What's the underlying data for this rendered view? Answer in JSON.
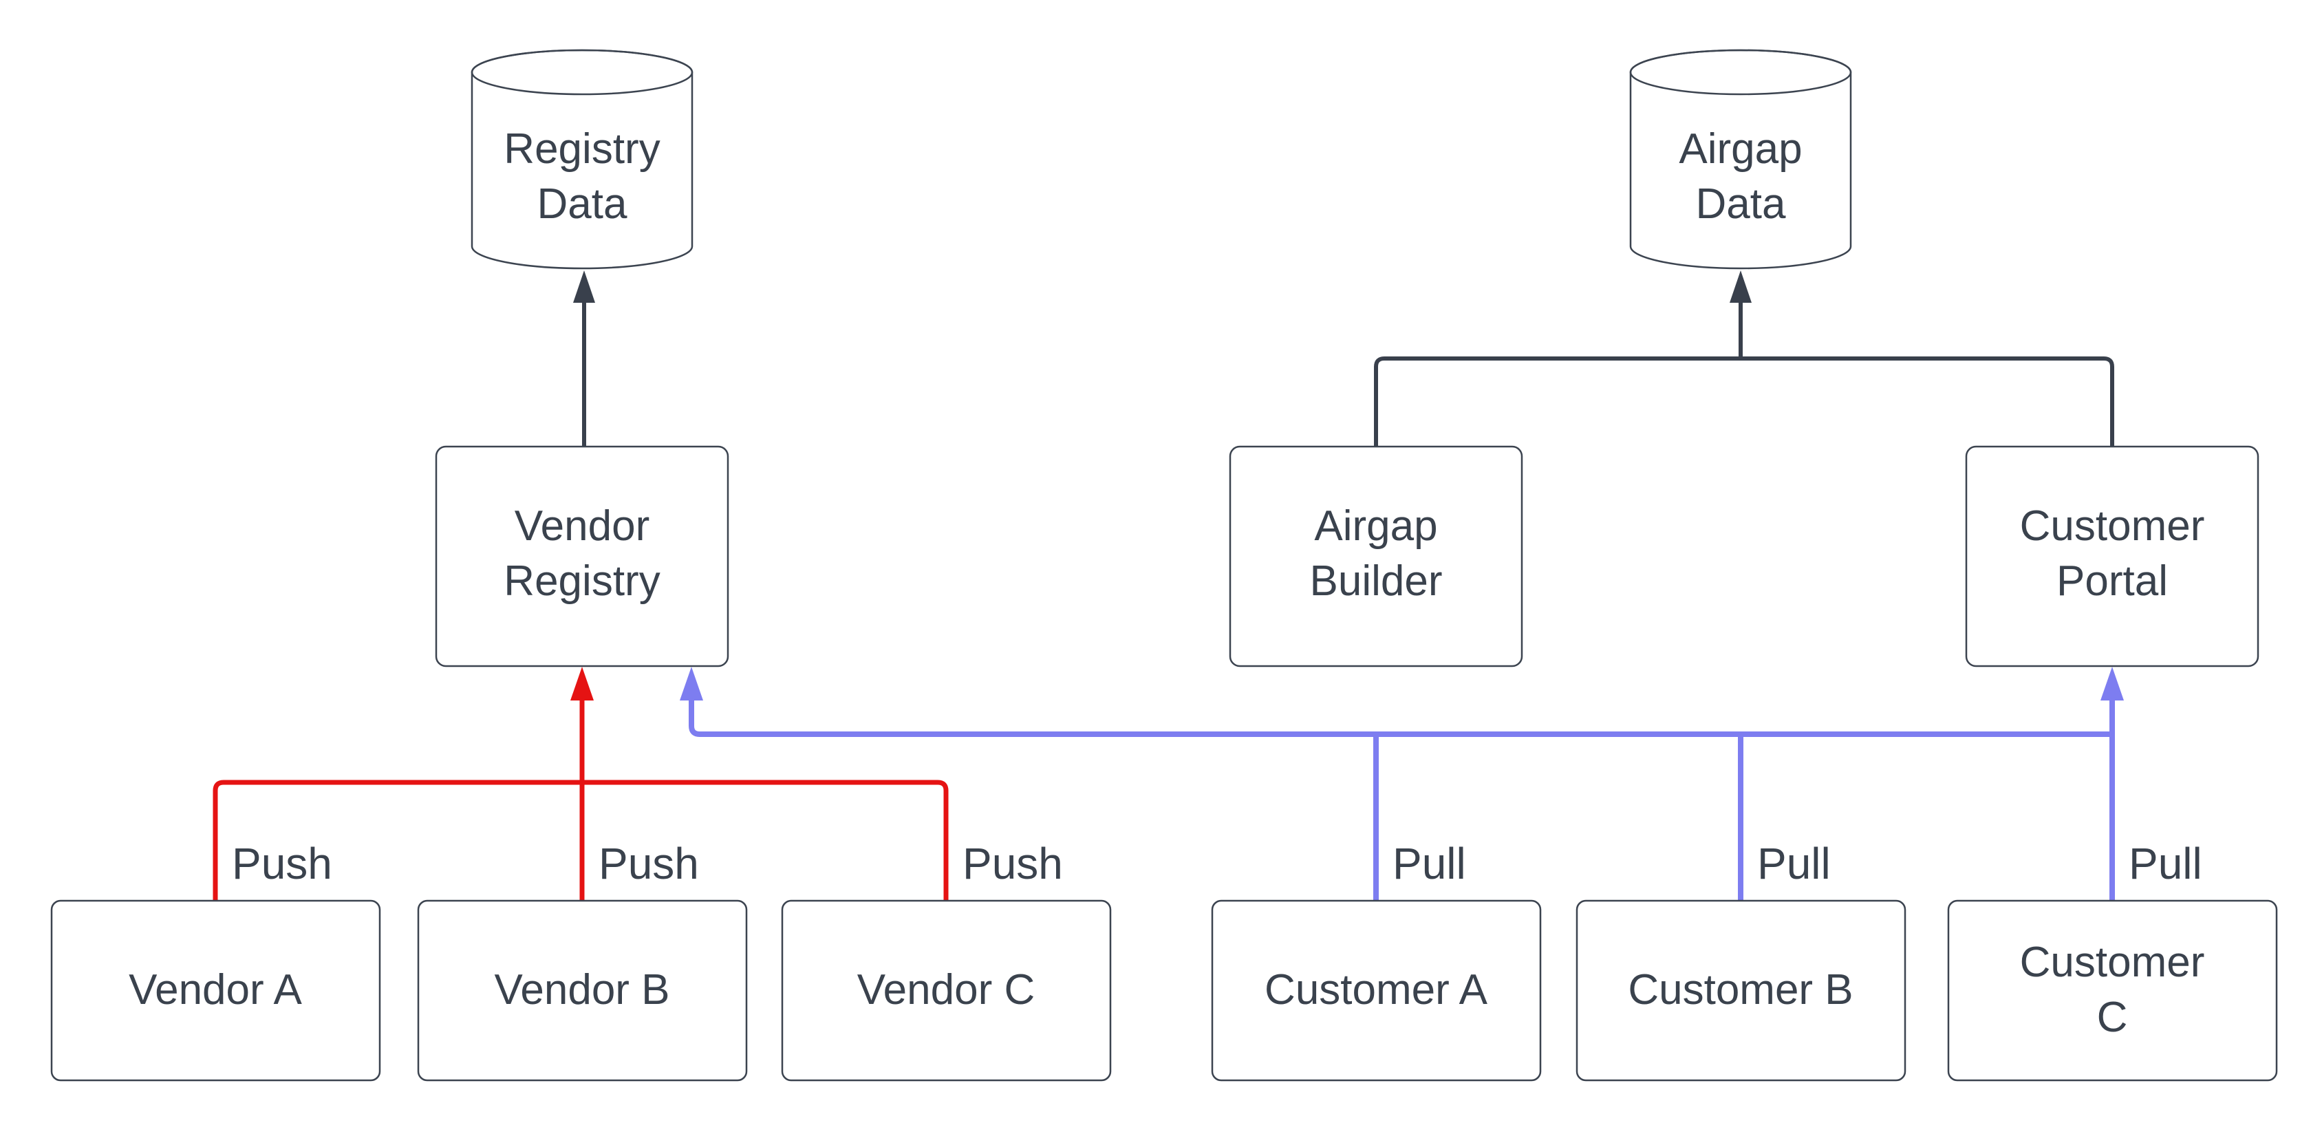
{
  "colors": {
    "background": "#ffffff",
    "shape_border": "#3c4450",
    "text": "#3a424d",
    "connector_dark": "#39404c",
    "push_red": "#e51313",
    "pull_blue": "#7d7df0"
  },
  "nodes": {
    "registry_data": {
      "label": "Registry\nData",
      "type": "datastore-cylinder"
    },
    "airgap_data": {
      "label": "Airgap\nData",
      "type": "datastore-cylinder"
    },
    "vendor_registry": {
      "label": "Vendor\nRegistry",
      "type": "process-box"
    },
    "airgap_builder": {
      "label": "Airgap\nBuilder",
      "type": "process-box"
    },
    "customer_portal": {
      "label": "Customer\nPortal",
      "type": "process-box"
    },
    "vendor_a": {
      "label": "Vendor A",
      "type": "entity-box"
    },
    "vendor_b": {
      "label": "Vendor B",
      "type": "entity-box"
    },
    "vendor_c": {
      "label": "Vendor C",
      "type": "entity-box"
    },
    "customer_a": {
      "label": "Customer A",
      "type": "entity-box"
    },
    "customer_b": {
      "label": "Customer B",
      "type": "entity-box"
    },
    "customer_c": {
      "label": "Customer C",
      "type": "entity-box"
    }
  },
  "edges": [
    {
      "id": "push-vendor-a",
      "from": "Vendor A",
      "to": "Vendor Registry",
      "label": "Push",
      "color": "#e51313"
    },
    {
      "id": "push-vendor-b",
      "from": "Vendor B",
      "to": "Vendor Registry",
      "label": "Push",
      "color": "#e51313"
    },
    {
      "id": "push-vendor-c",
      "from": "Vendor C",
      "to": "Vendor Registry",
      "label": "Push",
      "color": "#e51313"
    },
    {
      "id": "pull-customer-a",
      "from": "Customer A",
      "to": "Vendor Registry / Customer Portal",
      "label": "Pull",
      "color": "#7d7df0"
    },
    {
      "id": "pull-customer-b",
      "from": "Customer B",
      "to": "Vendor Registry / Customer Portal",
      "label": "Pull",
      "color": "#7d7df0"
    },
    {
      "id": "pull-customer-c",
      "from": "Customer C",
      "to": "Vendor Registry / Customer Portal",
      "label": "Pull",
      "color": "#7d7df0"
    },
    {
      "id": "store-registry",
      "from": "Vendor Registry",
      "to": "Registry Data",
      "label": "",
      "color": "#39404c"
    },
    {
      "id": "store-airgap-builder",
      "from": "Airgap Builder",
      "to": "Airgap Data",
      "label": "",
      "color": "#39404c"
    },
    {
      "id": "store-customer-portal",
      "from": "Customer Portal",
      "to": "Airgap Data",
      "label": "",
      "color": "#39404c"
    }
  ]
}
